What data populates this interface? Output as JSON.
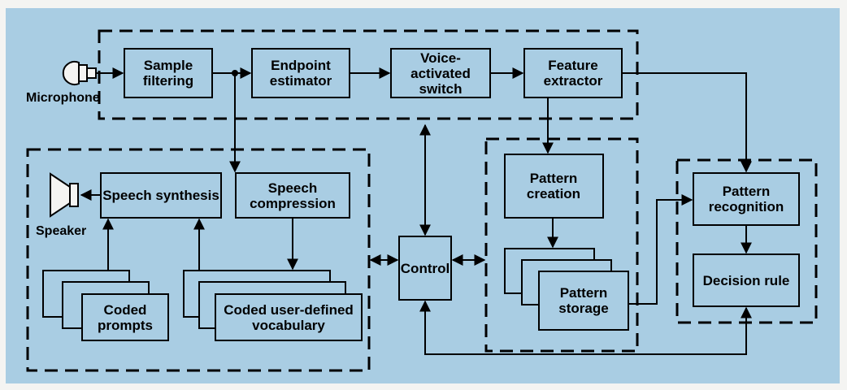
{
  "diagram": {
    "background_color": "#a9cde3",
    "box_fill": "#a9cde3",
    "line_color": "#000000",
    "labels": {
      "microphone": "Microphone",
      "speaker": "Speaker",
      "sample_filtering": "Sample filtering",
      "endpoint_estimator": "Endpoint estimator",
      "voice_activated_switch": "Voice-activated switch",
      "feature_extractor": "Feature extractor",
      "speech_synthesis": "Speech synthesis",
      "speech_compression": "Speech compression",
      "coded_prompts": "Coded prompts",
      "coded_vocabulary": "Coded user-defined vocabulary",
      "control": "Control",
      "pattern_creation": "Pattern creation",
      "pattern_storage": "Pattern storage",
      "pattern_recognition": "Pattern recognition",
      "decision_rule": "Decision rule"
    },
    "icons": {
      "microphone": "microphone-icon",
      "speaker": "speaker-icon"
    }
  }
}
